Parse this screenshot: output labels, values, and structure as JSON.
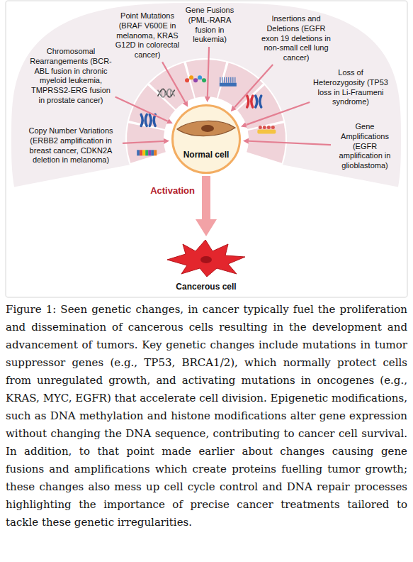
{
  "diagram": {
    "caption": "Figure 1: Seen genetic changes, in cancer typically fuel the proliferation and dissemination of cancerous cells resulting in the development and advancement of tumors. Key genetic changes include mutations in tumor suppressor genes (e.g., TP53, BRCA1/2), which normally protect cells from unregulated growth, and activating mutations in oncogenes (e.g., KRAS, MYC, EGFR) that accelerate cell division. Epigenetic modifications, such as DNA methylation and histone modifications alter gene expression without changing the DNA sequence, contributing to cancer cell survival. In addition, to that point made earlier about changes causing gene fusions and amplifications which create proteins fuelling tumor growth; these changes also mess up cell cycle control and DNA repair processes highlighting the importance of precise cancer treatments tailored to tackle these genetic irregularities.",
    "nodes": [
      {
        "text": [
          "Gene Fusions (PML-RARA fusion in leukemia)"
        ]
      },
      {
        "text": [
          "Point Mutations (BRAF V600E in melanoma, KRAS G12D in colorectal cancer)"
        ]
      },
      {
        "text": [
          "Insertions and Deletions (EGFR exon 19 deletions in non-small cell lung cancer)"
        ]
      },
      {
        "text": [
          "Chromosomal Rearrangements (BCR-ABL fusion in chronic myeloid leukemia, TMPRSS2-ERG fusion in prostate cancer)"
        ]
      },
      {
        "text": [
          "Loss of Heterozygosity (TP53 loss in Li-Fraumeni syndrome)"
        ]
      },
      {
        "text": [
          "Copy Number Variations (ERBB2 amplification in breast cancer, CDKN2A deletion in melanoma)"
        ]
      },
      {
        "text": [
          "Gene Amplifications (EGFR amplification in glioblastoma)"
        ]
      },
      {
        "text": [
          "Normal cell"
        ]
      },
      {
        "text": [
          "Cancerous cell"
        ]
      }
    ],
    "edges": [
      {
        "from": 0,
        "to": 7,
        "arrow": "to"
      },
      {
        "from": 1,
        "to": 7,
        "arrow": "to"
      },
      {
        "from": 2,
        "to": 7,
        "arrow": "to"
      },
      {
        "from": 3,
        "to": 7,
        "arrow": "to"
      },
      {
        "from": 4,
        "to": 7,
        "arrow": "to"
      },
      {
        "from": 5,
        "to": 7,
        "arrow": "to"
      },
      {
        "from": 6,
        "to": 7,
        "arrow": "to"
      },
      {
        "from": 7,
        "to": 8,
        "label": "Activation",
        "arrow": "to"
      }
    ]
  }
}
